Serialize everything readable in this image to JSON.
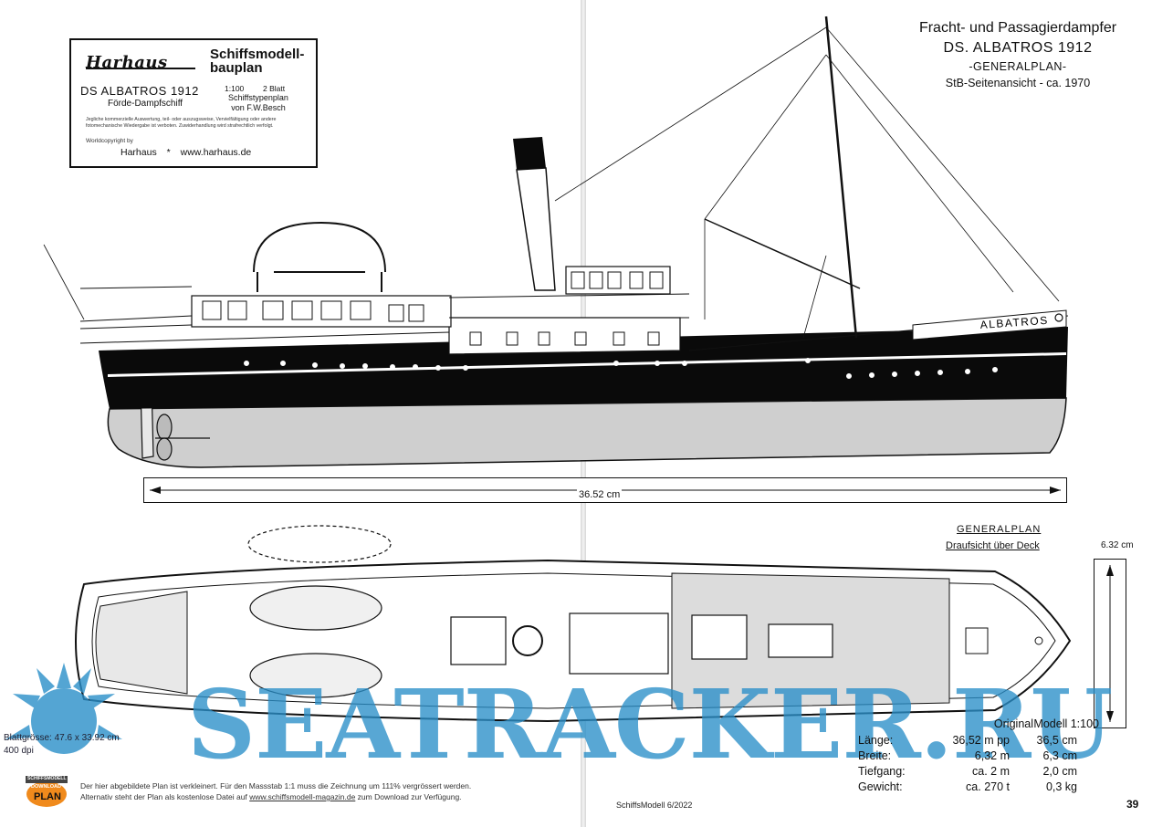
{
  "title_block": {
    "brand": "Harhaus",
    "plan_type": "Schiffsmodell-bauplan",
    "ship_name": "DS ALBATROS  1912",
    "ship_type": "Förde-Dampfschiff",
    "scale": "1:100",
    "sheets": "2 Blatt",
    "plan_kind": "Schiffstypenplan",
    "author": "von F.W.Besch",
    "legal": "Jegliche kommerzielle Auswertung, teil- oder auszugsweise, Vervielfältigung oder andere fotomechanische Wiedergabe ist verboten. Zuwiderhandlung wird strafrechtlich verfolgt.",
    "copyright": "Worldcopyright by",
    "publisher": "Harhaus",
    "separator": "*",
    "website": "www.harhaus.de"
  },
  "header": {
    "line1": "Fracht- und Passagierdampfer",
    "line2": "DS. ALBATROS  1912",
    "line3": "-GENERALPLAN-",
    "line4": "StB-Seitenansicht - ca. 1970"
  },
  "hull_name": "ALBATROS",
  "length_dimension": "36.52 cm",
  "plan_view": {
    "title": "GENERALPLAN",
    "subtitle": "Draufsicht über Deck",
    "beam_dimension": "6.32 cm"
  },
  "sheet_info": {
    "size": "Blattgrösse: 47.6 x 33.92 cm",
    "dpi": "400 dpi"
  },
  "note": {
    "line1": "Der hier abgebildete Plan ist verkleinert. Für den Massstab 1:1 muss die Zeichnung um 111% vergrössert werden.",
    "line2_pre": "Alternativ steht der Plan als kostenlose Datei auf",
    "line2_link": "www.schiffsmodell-magazin.de",
    "line2_post": "zum Download zur Verfügung."
  },
  "specs": {
    "col_original": "Original",
    "col_model": "Modell 1:100",
    "rows": [
      {
        "label": "Länge:",
        "original": "36,52 m pp",
        "model": "36,5 cm"
      },
      {
        "label": "Breite:",
        "original": "6,32 m",
        "model": "6,3 cm"
      },
      {
        "label": "Tiefgang:",
        "original": "ca. 2 m",
        "model": "2,0 cm"
      },
      {
        "label": "Gewicht:",
        "original": "ca. 270 t",
        "model": "0,3 kg"
      }
    ]
  },
  "footer": {
    "magazine": "SchiffsModell  6/2022",
    "page_number": "39"
  },
  "logo": {
    "top": "SCHIFFSMODELL",
    "mid": "DOWNLOAD",
    "bottom": "PLAN"
  },
  "watermark": "SEATRACKER.RU",
  "colors": {
    "hull_black": "#0a0a0a",
    "underwater_gray": "#cfcfcf",
    "watermark_blue": "#2a8fc9",
    "logo_orange": "#f08a1c"
  }
}
